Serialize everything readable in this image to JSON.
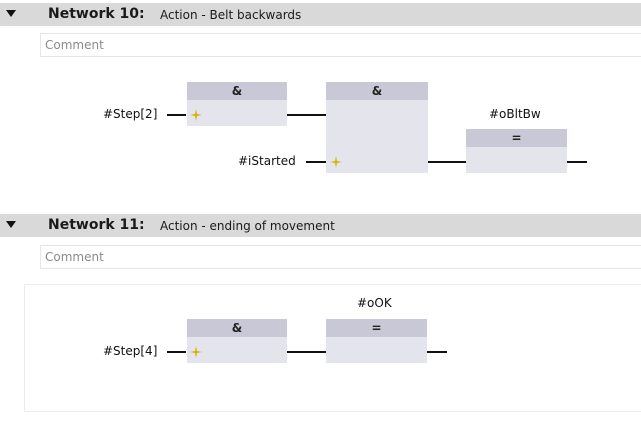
{
  "networks": [
    {
      "title": "Network 10:",
      "description": "Action - Belt backwards",
      "comment_placeholder": "Comment",
      "and1": {
        "symbol": "&",
        "input": "#Step[2]"
      },
      "and2": {
        "symbol": "&",
        "input": "#iStarted"
      },
      "coil": {
        "symbol": "=",
        "operand": "#oBltBw"
      }
    },
    {
      "title": "Network 11:",
      "description": "Action - ending of movement",
      "comment_placeholder": "Comment",
      "and1": {
        "symbol": "&",
        "input": "#Step[4]"
      },
      "coil": {
        "symbol": "=",
        "operand": "#oOK"
      }
    }
  ],
  "icons": {
    "toggle": "collapse-triangle-icon",
    "negation_pin": "pin-spark-icon"
  },
  "colors": {
    "header_bg": "#d9d9d9",
    "block_body": "#e4e4ec",
    "block_head": "#c8c8d6",
    "pin_spark": "#d6b400"
  }
}
